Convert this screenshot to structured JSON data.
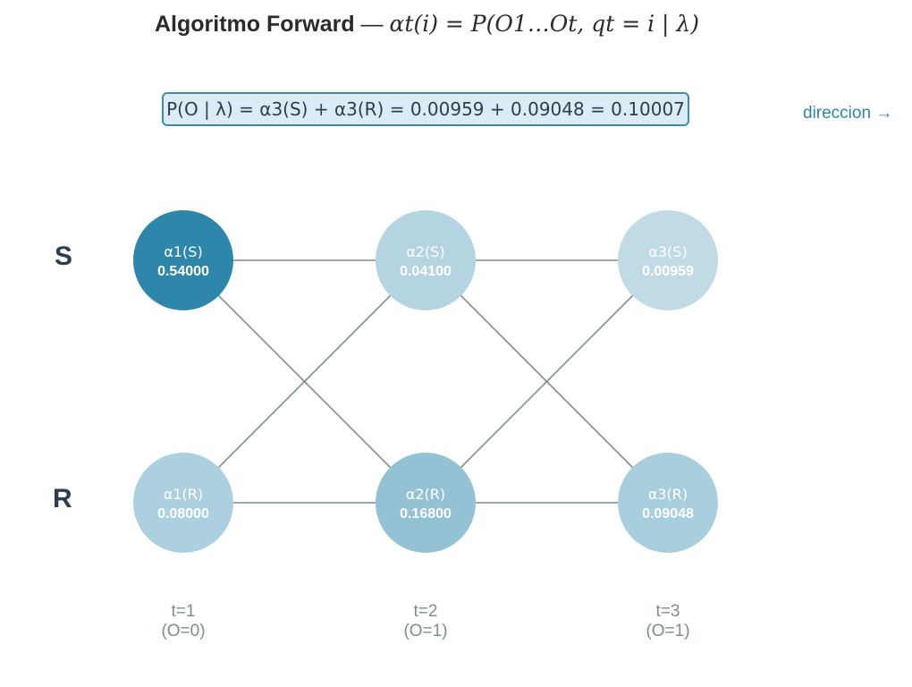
{
  "title": {
    "bold": "Algoritmo Forward",
    "dash": " — ",
    "formula": "αt(i) = P(O1…Ot, qt = i | λ)"
  },
  "result_formula": "P(O | λ) = α3(S) + α3(R) = 0.00959 + 0.09048 = 0.10007",
  "direction": {
    "label": "direccion",
    "arrow": "→"
  },
  "states": [
    "S",
    "R"
  ],
  "nodes": [
    {
      "name": "α1(S)",
      "value": "0.54000",
      "fill": "#2e86ab"
    },
    {
      "name": "α2(S)",
      "value": "0.04100",
      "fill": "#b4d4e2"
    },
    {
      "name": "α3(S)",
      "value": "0.00959",
      "fill": "#c0dbe6"
    },
    {
      "name": "α1(R)",
      "value": "0.08000",
      "fill": "#acd0df"
    },
    {
      "name": "α2(R)",
      "value": "0.16800",
      "fill": "#95c1d4"
    },
    {
      "name": "α3(R)",
      "value": "0.09048",
      "fill": "#a9cede"
    }
  ],
  "times": [
    {
      "t": "t=1",
      "obs": "(O=0)"
    },
    {
      "t": "t=2",
      "obs": "(O=1)"
    },
    {
      "t": "t=3",
      "obs": "(O=1)"
    }
  ],
  "colors": {
    "edge": "#7f8c8d",
    "accent": "#2f87a3",
    "box_fill": "#dcecf7",
    "box_border": "#3d8ba5"
  }
}
